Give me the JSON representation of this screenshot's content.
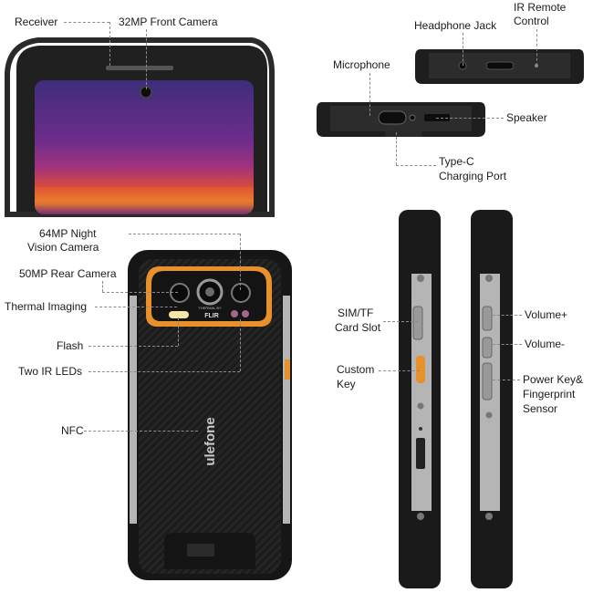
{
  "labels": {
    "receiver": "Receiver",
    "front_camera": "32MP Front Camera",
    "headphone_jack": "Headphone Jack",
    "ir_remote": "IR Remote\nControl",
    "ir_remote_1": "IR Remote",
    "ir_remote_2": "Control",
    "microphone": "Microphone",
    "speaker": "Speaker",
    "type_c_1": "Type-C",
    "type_c_2": "Charging Port",
    "night_cam_1": "64MP Night",
    "night_cam_2": "Vision Camera",
    "rear_cam": "50MP Rear Camera",
    "thermal": "Thermal Imaging",
    "flash": "Flash",
    "ir_leds": "Two IR LEDs",
    "nfc": "NFC",
    "sim_1": "SIM/TF",
    "sim_2": "Card Slot",
    "custom_1": "Custom",
    "custom_2": "Key",
    "vol_up": "Volume+",
    "vol_down": "Volume-",
    "power_1": "Power Key&",
    "power_2": "Fingerprint",
    "power_3": "Sensor"
  },
  "brand": {
    "logo": "ulefone",
    "thermal_brand_small": "THERMAL BY",
    "thermal_brand": "FLIR"
  },
  "colors": {
    "accent_orange": "#e8902a",
    "body_dark": "#1c1c1c",
    "metal": "#b9b9b9",
    "thermal_purple": "#6a2a86"
  }
}
